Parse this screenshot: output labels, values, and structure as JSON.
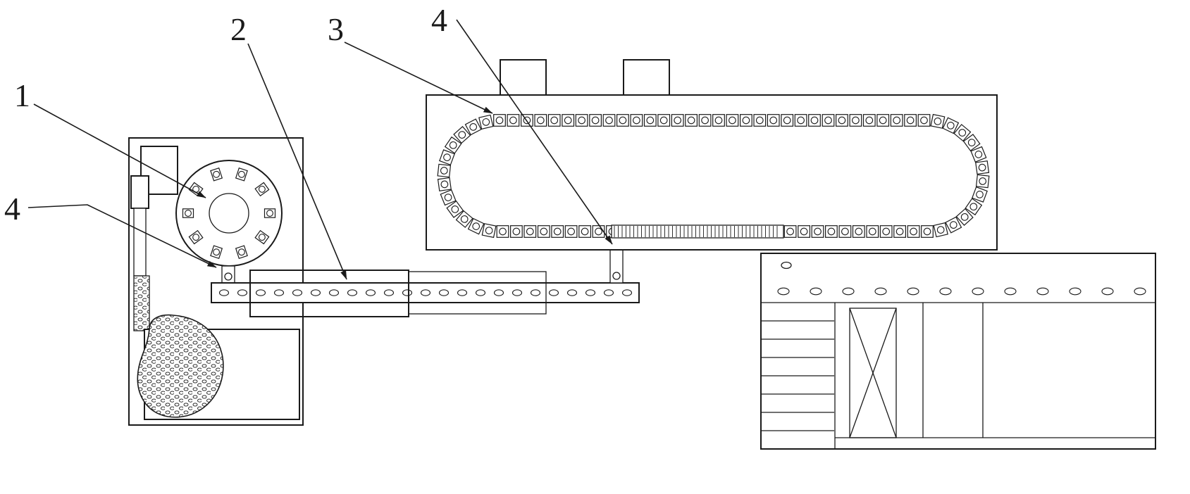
{
  "labels": {
    "l1": {
      "text": "1"
    },
    "l2": {
      "text": "2"
    },
    "l3": {
      "text": "3"
    },
    "l4_top": {
      "text": "4"
    },
    "l4_left": {
      "text": "4"
    }
  },
  "colors": {
    "ink": "#1a1a1a",
    "background": "#ffffff"
  }
}
